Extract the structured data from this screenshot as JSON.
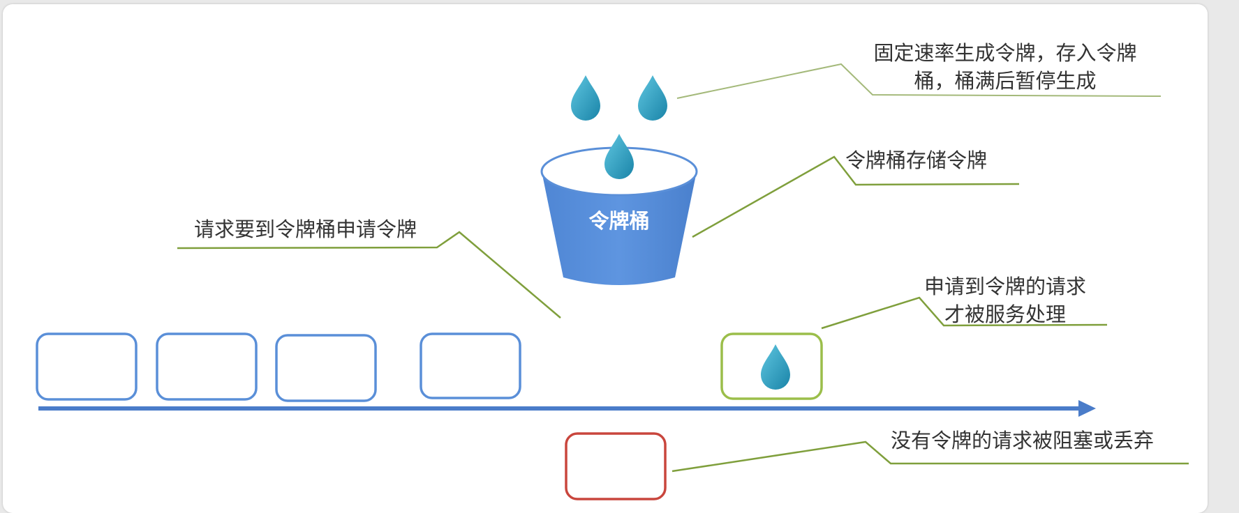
{
  "bucket": {
    "label": "令牌桶"
  },
  "annotations": {
    "generate_line1": "固定速率生成令牌，存入令牌",
    "generate_line2": "桶，桶满后暂停生成",
    "store": "令牌桶存储令牌",
    "request_apply": "请求要到令牌桶申请令牌",
    "served_line1": "申请到令牌的请求",
    "served_line2": "才被服务处理",
    "blocked": "没有令牌的请求被阻塞或丢弃"
  },
  "colors": {
    "token": "#2aa3c6",
    "bucket": "#5a8fd8",
    "request_box": "#5a8fd8",
    "served_box": "#9bbe4a",
    "blocked_box": "#c9463d",
    "timeline": "#4a7cc9",
    "leader_line": "#7f9f3c"
  }
}
